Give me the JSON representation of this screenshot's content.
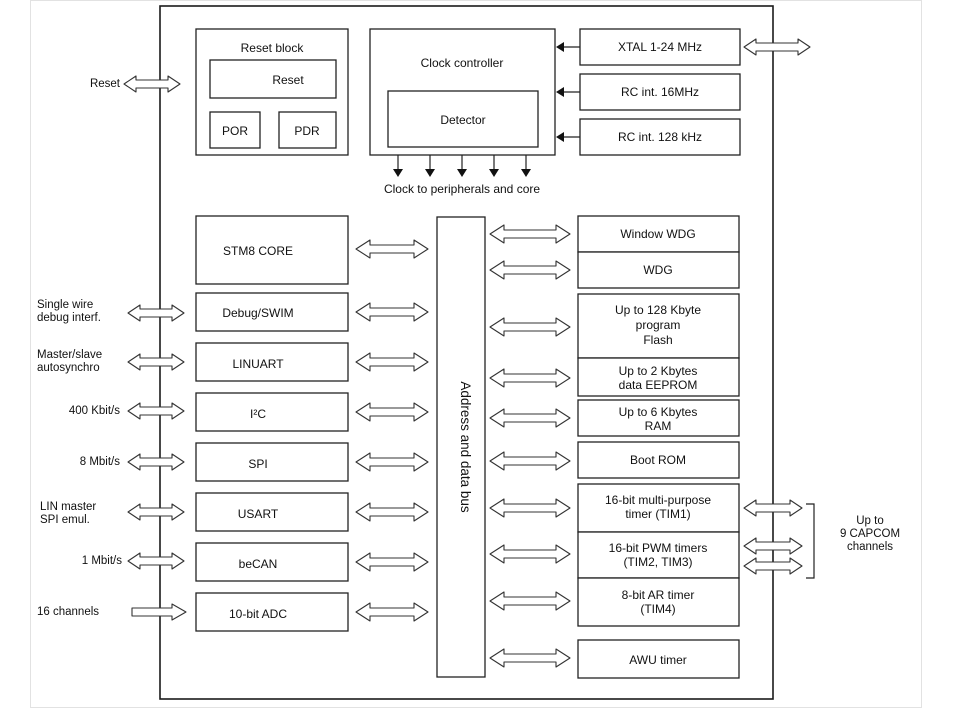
{
  "reset_block": {
    "title": "Reset block",
    "reset": "Reset",
    "por": "POR",
    "pdr": "PDR"
  },
  "clock_controller": {
    "title": "Clock controller",
    "detector": "Detector",
    "output_label": "Clock to peripherals and core"
  },
  "clock_sources": [
    "XTAL 1-24 MHz",
    "RC int. 16MHz",
    "RC int. 128 kHz"
  ],
  "bus_label": "Address and data bus",
  "core": "STM8 CORE",
  "left_peripherals": [
    {
      "name": "Debug/SWIM",
      "external": [
        "Single wire",
        "debug interf."
      ]
    },
    {
      "name": "LINUART",
      "external": [
        "Master/slave",
        "autosynchro"
      ]
    },
    {
      "name": "I²C",
      "external": [
        "400 Kbit/s"
      ]
    },
    {
      "name": "SPI",
      "external": [
        "8 Mbit/s"
      ]
    },
    {
      "name": "USART",
      "external": [
        "LIN master",
        "SPI emul."
      ]
    },
    {
      "name": "beCAN",
      "external": [
        "1 Mbit/s"
      ]
    },
    {
      "name": "10-bit ADC",
      "external": [
        "16 channels"
      ]
    }
  ],
  "reset_pin": "Reset",
  "memory_blocks": [
    [
      "Window WDG"
    ],
    [
      "WDG"
    ],
    [
      "Up to 128 Kbyte",
      "program",
      "Flash"
    ],
    [
      "Up to 2 Kbytes",
      "data EEPROM"
    ],
    [
      "Up to 6 Kbytes",
      "RAM"
    ],
    [
      "Boot ROM"
    ]
  ],
  "timers": [
    [
      "16-bit multi-purpose",
      "timer (TIM1)"
    ],
    [
      "16-bit PWM timers",
      "(TIM2, TIM3)"
    ],
    [
      "8-bit AR timer",
      "(TIM4)"
    ],
    [
      "AWU timer"
    ]
  ],
  "capcom_label": [
    "Up to",
    "9 CAPCOM",
    "channels"
  ]
}
